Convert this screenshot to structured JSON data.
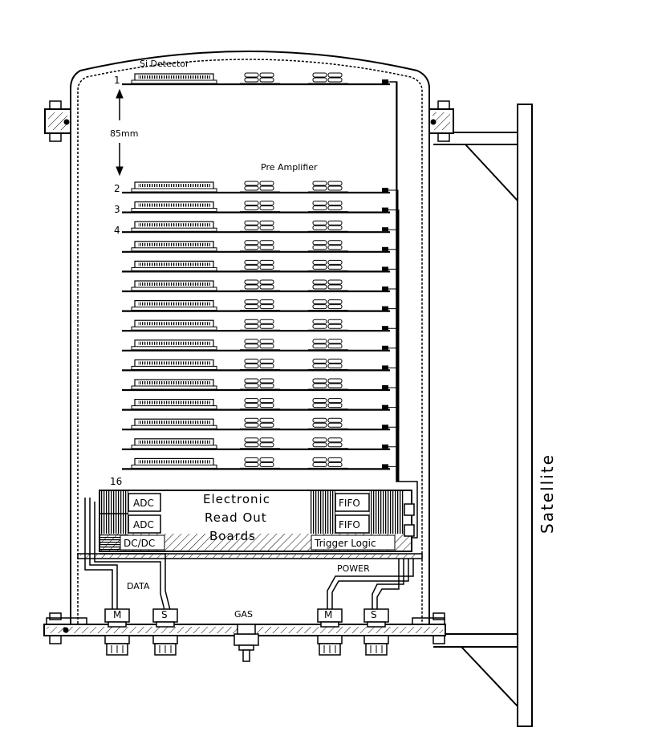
{
  "labels": {
    "si_detector": "Si Detector",
    "pre_amplifier": "Pre Amplifier",
    "spacing": "85mm",
    "satellite": "Satellite",
    "electronic_1": "Electronic",
    "electronic_2": "Read Out",
    "electronic_3": "Boards",
    "adc_1": "ADC",
    "adc_2": "ADC",
    "dcdc": "DC/DC",
    "fifo_1": "FIFO",
    "fifo_2": "FIFO",
    "trigger": "Trigger Logic",
    "data": "DATA",
    "power": "POWER",
    "gas": "GAS",
    "data_m": "M",
    "data_s": "S",
    "power_m": "M",
    "power_s": "S"
  },
  "layer_numbers": [
    "1",
    "2",
    "3",
    "4",
    "16"
  ],
  "layer_count": 16
}
